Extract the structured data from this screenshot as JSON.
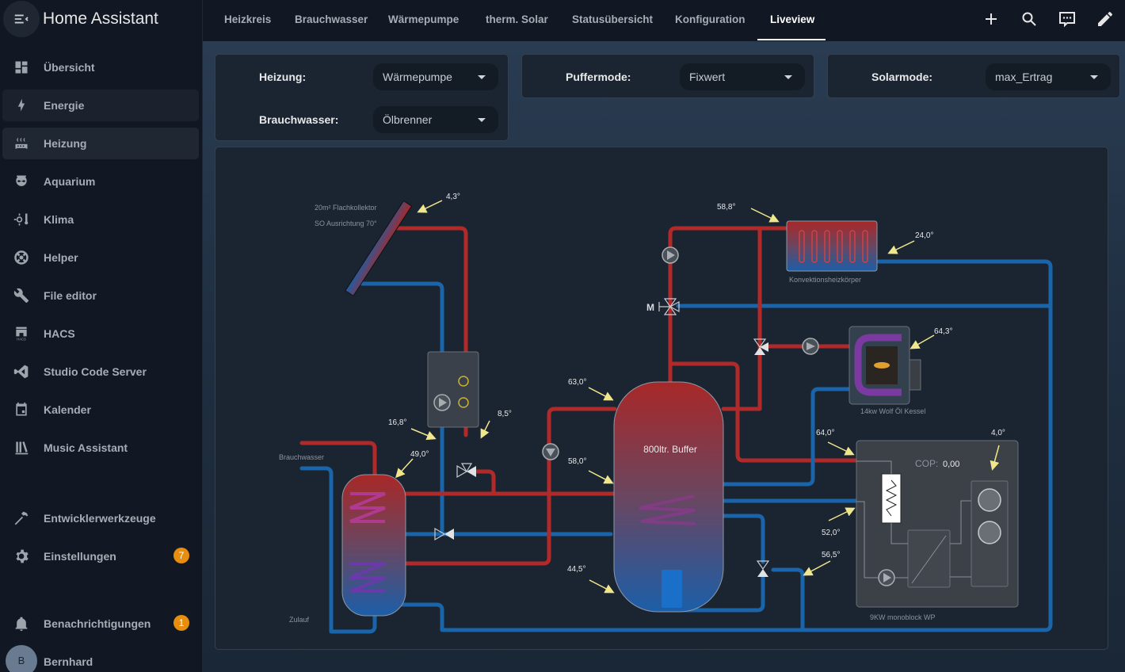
{
  "app": {
    "title": "Home Assistant"
  },
  "sidebar": {
    "items": [
      {
        "label": "Übersicht",
        "icon": "dashboard-icon"
      },
      {
        "label": "Energie",
        "icon": "lightning-bolt-icon"
      },
      {
        "label": "Heizung",
        "icon": "radiator-icon"
      },
      {
        "label": "Aquarium",
        "icon": "fishbowl-icon"
      },
      {
        "label": "Klima",
        "icon": "thermometer-sun-icon"
      },
      {
        "label": "Helper",
        "icon": "lifebuoy-icon"
      },
      {
        "label": "File editor",
        "icon": "wrench-icon"
      },
      {
        "label": "HACS",
        "icon": "hacs-store-icon"
      },
      {
        "label": "Studio Code Server",
        "icon": "vscode-icon"
      },
      {
        "label": "Kalender",
        "icon": "calendar-icon"
      },
      {
        "label": "Music Assistant",
        "icon": "library-icon"
      }
    ],
    "developer_tools": {
      "label": "Entwicklerwerkzeuge",
      "icon": "hammer-icon"
    },
    "settings": {
      "label": "Einstellungen",
      "icon": "gear-icon",
      "badge": "7"
    },
    "notifications": {
      "label": "Benachrichtigungen",
      "icon": "bell-icon",
      "badge": "1"
    },
    "user": {
      "name": "Bernhard",
      "initial": "B"
    }
  },
  "tabs": [
    {
      "label": "Heizkreis"
    },
    {
      "label": "Brauchwasser"
    },
    {
      "label": "Wärmepumpe"
    },
    {
      "label": "therm. Solar"
    },
    {
      "label": "Statusübersicht"
    },
    {
      "label": "Konfiguration"
    },
    {
      "label": "Liveview",
      "active": true
    }
  ],
  "toolbar": {
    "icons": [
      "plus-icon",
      "search-icon",
      "assist-chat-icon",
      "pencil-icon"
    ]
  },
  "controls": {
    "heizung": {
      "label": "Heizung:",
      "value": "Wärmepumpe"
    },
    "brauchwasser": {
      "label": "Brauchwasser:",
      "value": "Ölbrenner"
    },
    "puffermode": {
      "label": "Puffermode:",
      "value": "Fixwert"
    },
    "solarmode": {
      "label": "Solarmode:",
      "value": "max_Ertrag"
    }
  },
  "diagram": {
    "colors": {
      "hot": "#b02a2a",
      "cold": "#1a64aa",
      "arrow": "#f0e68c"
    },
    "collector": {
      "label1": "20m² Flachkollektor",
      "label2": "SO Ausrichtung 70°",
      "temp": "4,3°"
    },
    "solar_station": {
      "flow_temp": "8,5°",
      "return_temp": "16,8°"
    },
    "dhw_tank": {
      "label_out": "Brauchwasser",
      "label_in": "Zulauf",
      "temp": "49,0°"
    },
    "buffer": {
      "label": "800ltr. Buffer",
      "temp_top": "63,0°",
      "temp_mid": "58,0°",
      "temp_bottom": "44,5°"
    },
    "radiator": {
      "label": "Konvektionsheizkörper",
      "flow_temp": "58,8°",
      "return_temp": "24,0°"
    },
    "mixer": {
      "label": "M"
    },
    "boiler": {
      "label": "14kw Wolf Öl Kessel",
      "temp": "64,3°"
    },
    "heatpump": {
      "label": "9KW monoblock WP",
      "cop_label": "COP:",
      "cop_value": "0,00",
      "flow_temp": "64,0°",
      "return_temp": "52,0°",
      "outdoor_temp": "4,0°",
      "return2_temp": "56,5°"
    }
  }
}
